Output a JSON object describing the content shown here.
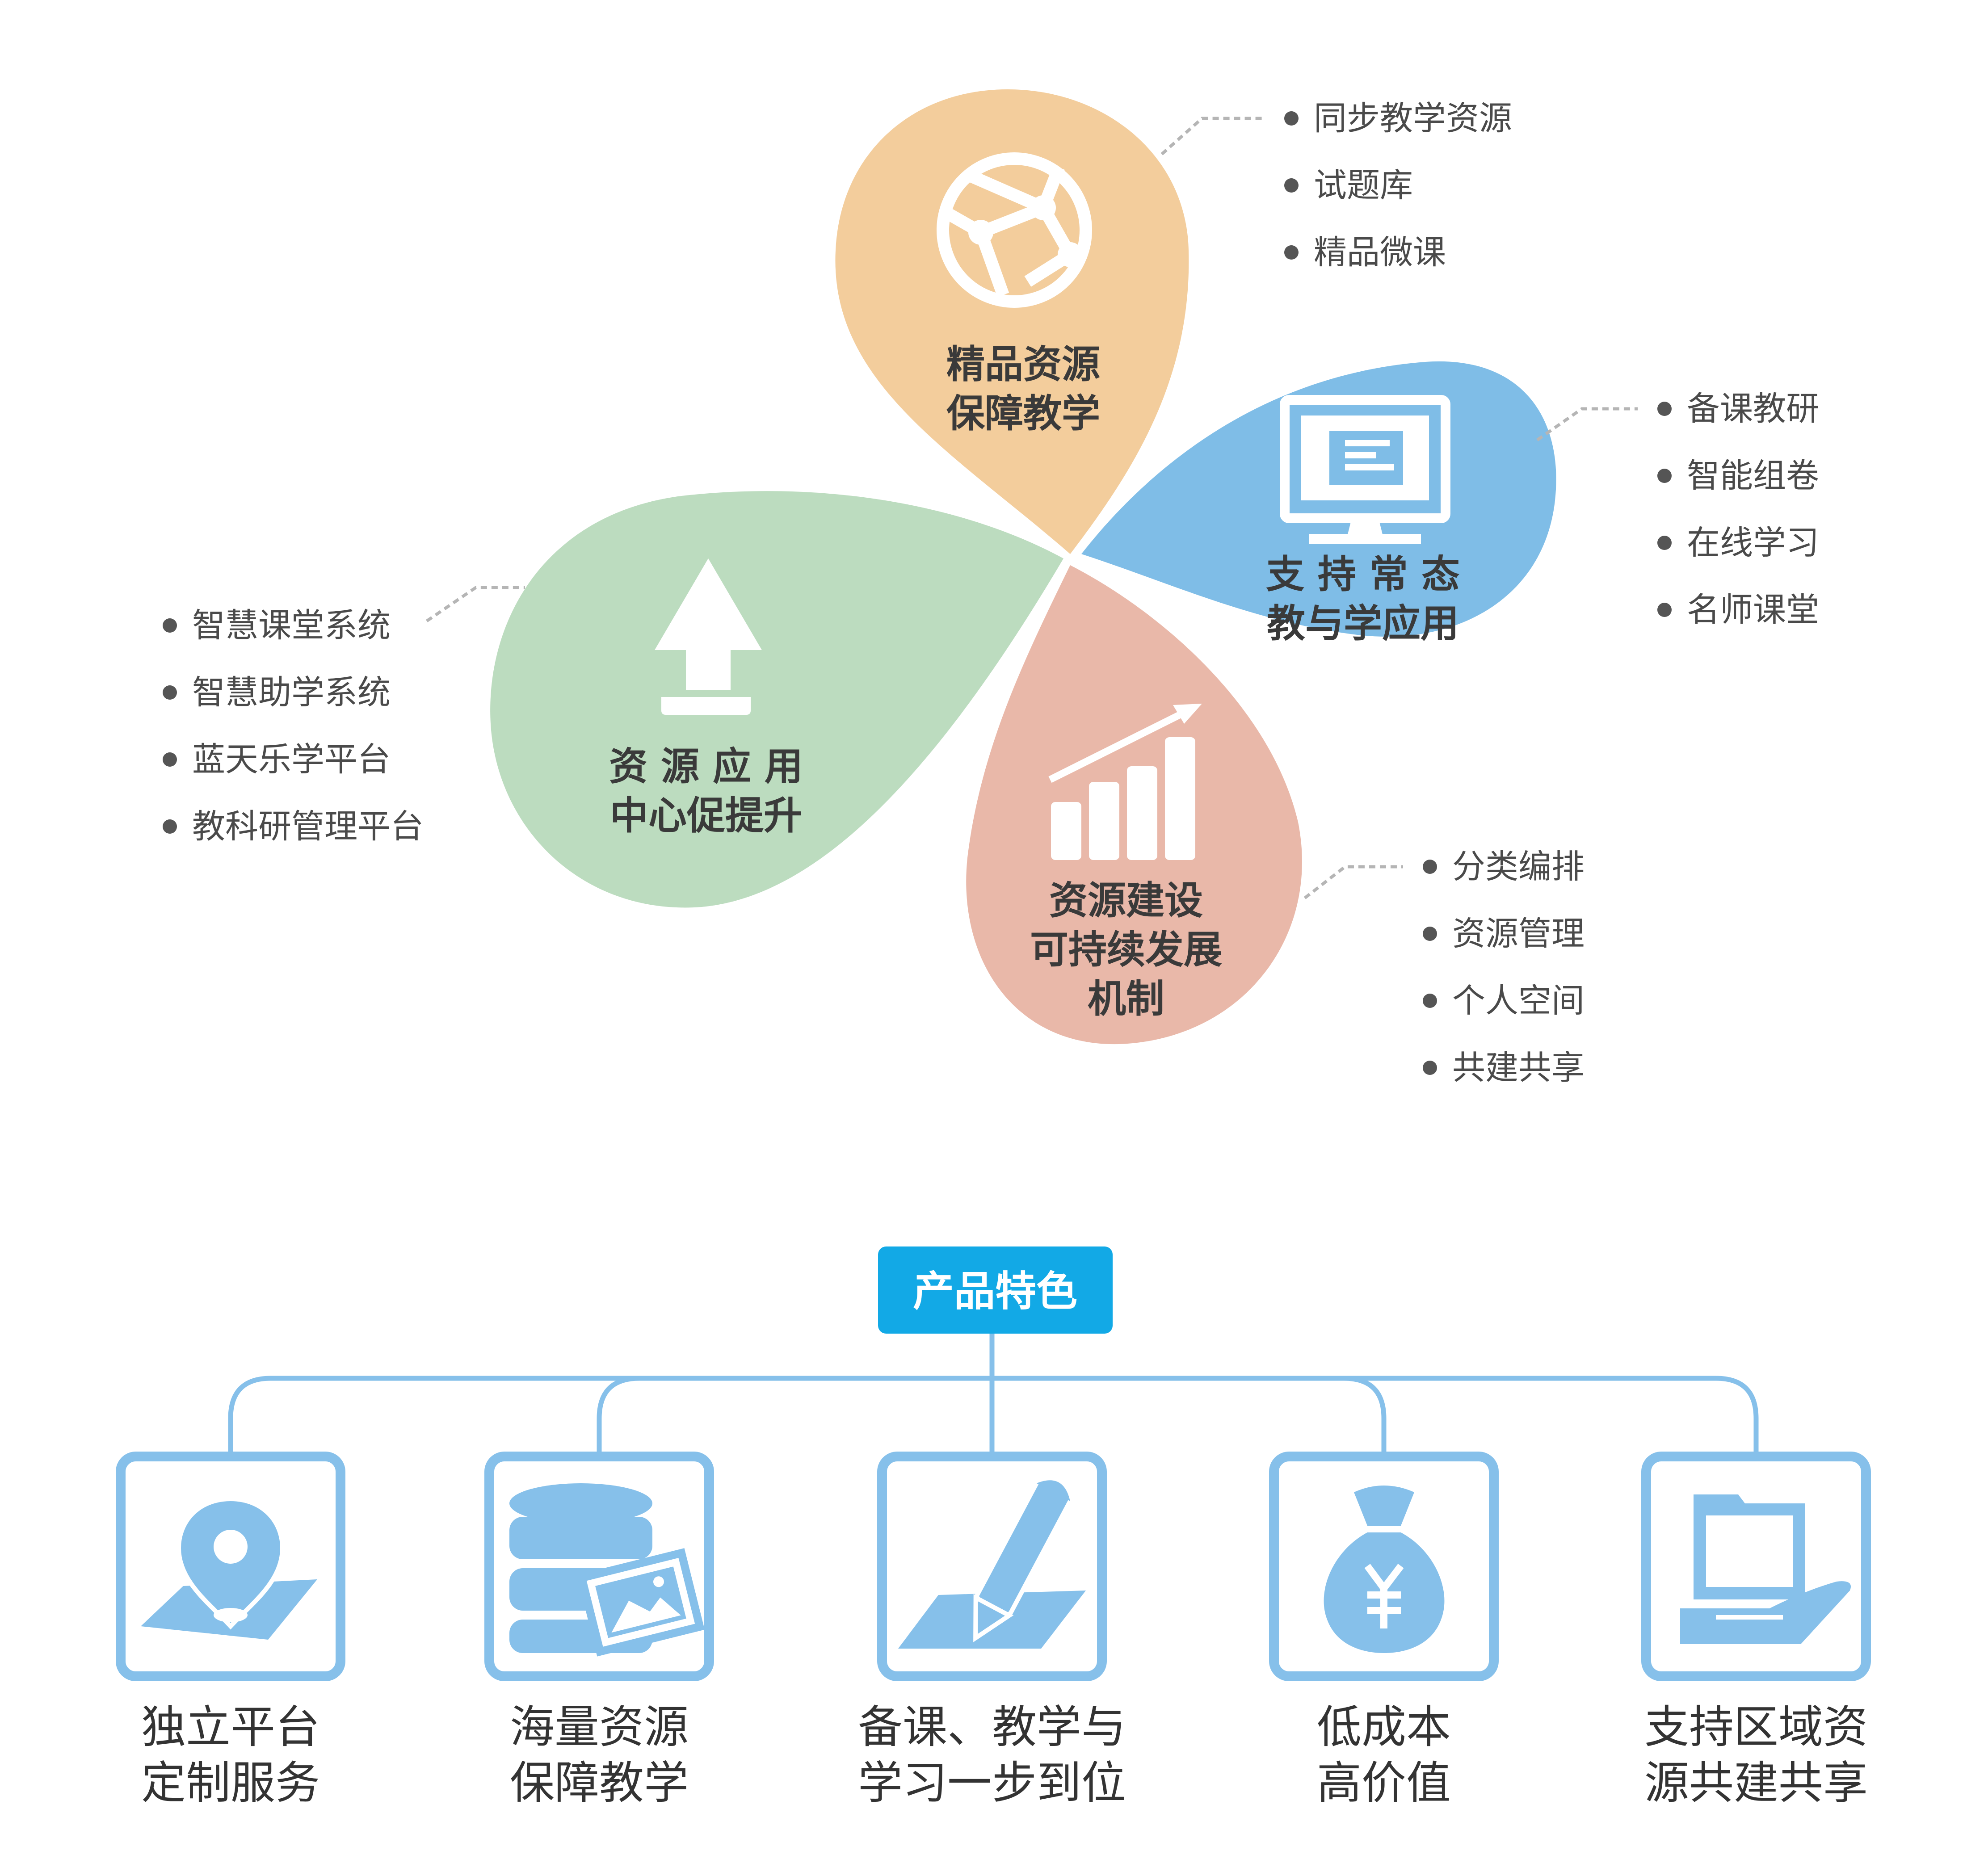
{
  "petals": {
    "top": {
      "title_lines": [
        "精品资源",
        "保障教学"
      ],
      "color": "#f3cd9c",
      "items": [
        "同步教学资源",
        "试题库",
        "精品微课"
      ]
    },
    "right": {
      "title_lines": [
        "支 持 常 态",
        "教与学应用"
      ],
      "color": "#7fbde7",
      "items": [
        "备课教研",
        "智能组卷",
        "在线学习",
        "名师课堂"
      ]
    },
    "bottom": {
      "title_lines": [
        "资源建设",
        "可持续发展",
        "机制"
      ],
      "color": "#e9b8a9",
      "items": [
        "分类编排",
        "资源管理",
        "个人空间",
        "共建共享"
      ]
    },
    "left": {
      "title_lines": [
        "资 源 应 用",
        "中心促提升"
      ],
      "color": "#bcdcbf",
      "items": [
        "智慧课堂系统",
        "智慧助学系统",
        "蓝天乐学平台",
        "教科研管理平台"
      ]
    }
  },
  "features": {
    "badge": "产品特色",
    "badge_color": "#12a9e6",
    "frame_color": "#86c0ea",
    "items": [
      {
        "icon": "map-pin-icon",
        "lines": [
          "独立平台",
          "定制服务"
        ]
      },
      {
        "icon": "database-image-icon",
        "lines": [
          "海量资源",
          "保障教学"
        ]
      },
      {
        "icon": "pencil-icon",
        "lines": [
          "备课、教学与",
          "学习一步到位"
        ]
      },
      {
        "icon": "money-bag-icon",
        "lines": [
          "低成本",
          "高价值"
        ]
      },
      {
        "icon": "laptop-hand-icon",
        "lines": [
          "支持区域资",
          "源共建共享"
        ]
      }
    ]
  }
}
